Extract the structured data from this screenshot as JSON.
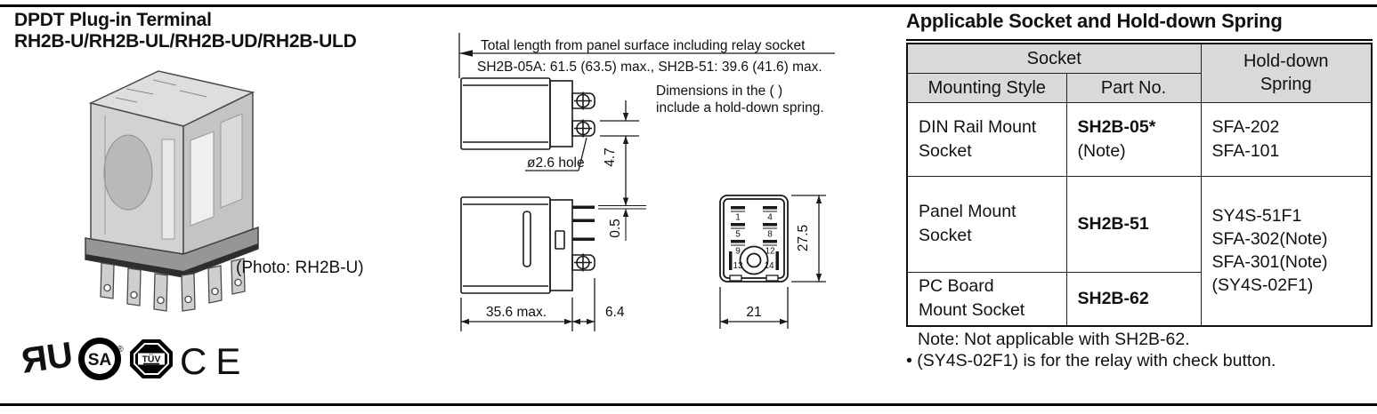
{
  "header": {
    "title_line1": "DPDT Plug-in Terminal",
    "title_line2": "RH2B-U/RH2B-UL/RH2B-UD/RH2B-ULD"
  },
  "photo": {
    "caption": "(Photo: RH2B-U)"
  },
  "certs": {
    "ul": {
      "glyph": "ЯU"
    },
    "csa": {
      "glyph": "SA",
      "registered": "®"
    },
    "tuv": {
      "glyph": "TÜV"
    },
    "ce": {
      "glyph": "CE"
    }
  },
  "drawing": {
    "total_length_line1": "Total length from panel surface including relay socket",
    "total_length_line2": "SH2B-05A: 61.5 (63.5) max., SH2B-51: 39.6 (41.6) max.",
    "paren_note_line1": "Dimensions in the ( )",
    "paren_note_line2": "include a hold-down spring.",
    "hole_label": "ø2.6 hole",
    "dims": {
      "tab_height": "4.7",
      "pin_thickness": "0.5",
      "body_length": "35.6 max.",
      "tab_length": "6.4",
      "width": "21",
      "height": "27.5"
    },
    "pin_numbers": [
      "1",
      "4",
      "5",
      "8",
      "9",
      "12",
      "13",
      "14"
    ]
  },
  "socket_table": {
    "title": "Applicable Socket and Hold-down Spring",
    "header": {
      "socket": "Socket",
      "mounting_style": "Mounting Style",
      "part_no": "Part No.",
      "spring_line1": "Hold-down",
      "spring_line2": "Spring"
    },
    "rows": [
      {
        "style_line1": "DIN Rail Mount",
        "style_line2": "Socket",
        "part_no": "SH2B-05*",
        "part_note": "(Note)"
      },
      {
        "style_line1": "Panel Mount",
        "style_line2": "Socket",
        "part_no": "SH2B-51"
      },
      {
        "style_line1": "PC Board",
        "style_line2": "Mount Socket",
        "part_no": "SH2B-62"
      }
    ],
    "springs_row1": [
      "SFA-202",
      "SFA-101"
    ],
    "springs_merged": [
      "SY4S-51F1",
      "SFA-302(Note)",
      "SFA-301(Note)",
      "(SY4S-02F1)"
    ],
    "notes": {
      "note1": "Note: Not applicable with SH2B-62.",
      "bullet": "•",
      "note2": "(SY4S-02F1) is for the relay with check button."
    }
  },
  "colors": {
    "header_bg": "#d9d9d9",
    "line": "#1a1a1a",
    "text": "#111111"
  }
}
